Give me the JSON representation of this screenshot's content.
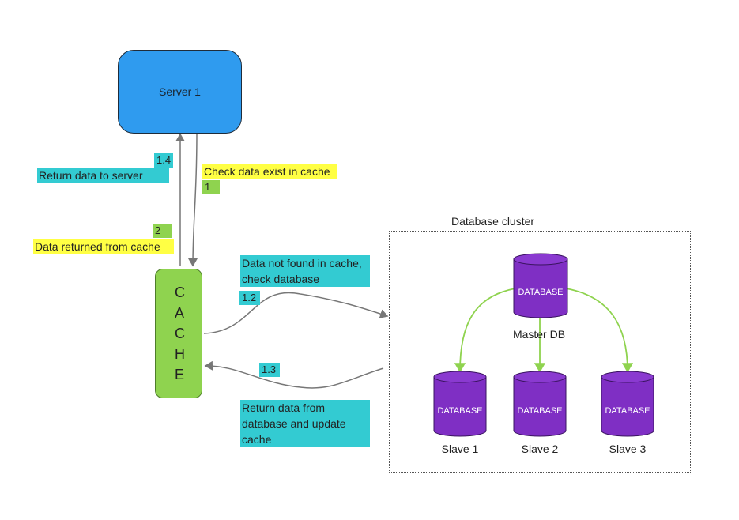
{
  "server": {
    "label": "Server 1"
  },
  "cache": {
    "label": "CACHE"
  },
  "cluster": {
    "title": "Database cluster"
  },
  "databases": {
    "master": {
      "text": "DATABASE",
      "caption": "Master DB"
    },
    "slaves": [
      {
        "text": "DATABASE",
        "caption": "Slave 1"
      },
      {
        "text": "DATABASE",
        "caption": "Slave 2"
      },
      {
        "text": "DATABASE",
        "caption": "Slave 3"
      }
    ]
  },
  "steps": {
    "check_cache": {
      "num": "1",
      "text": "Check data exist in cache"
    },
    "cache_return": {
      "num": "2",
      "text": "Data returned from cache"
    },
    "not_found": {
      "num": "1.2",
      "text": "Data not found in cache, check database"
    },
    "return_db": {
      "num": "1.3",
      "text": "Return data from database and update cache"
    },
    "return_server": {
      "num": "1.4",
      "text": "Return data to server"
    }
  },
  "colors": {
    "server": "#2f9bef",
    "cache": "#8fd34f",
    "database": "#7f2fc4",
    "highlight_cyan": "#33cbd2",
    "highlight_yellow": "#ffff44",
    "arrow_gray": "#777777",
    "arrow_green": "#8fd34f"
  }
}
